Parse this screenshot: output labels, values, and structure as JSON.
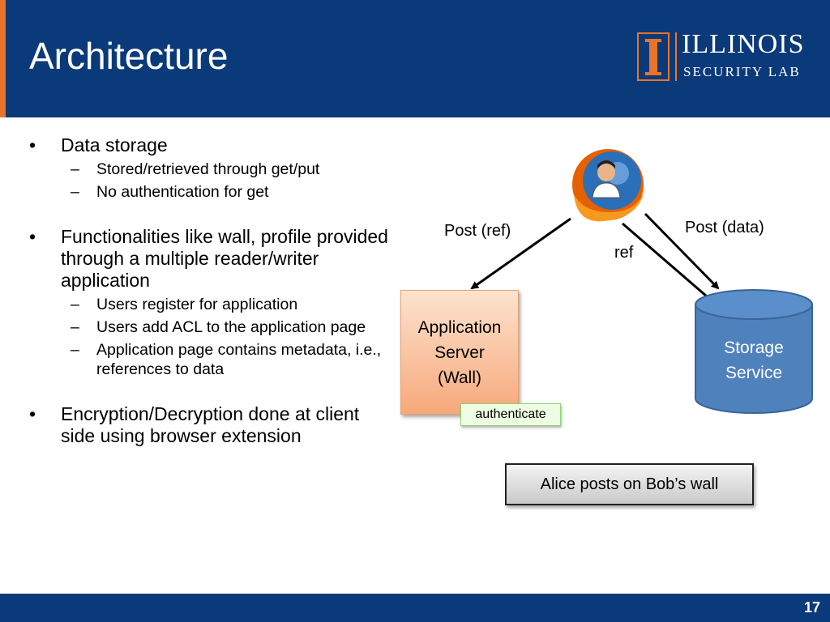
{
  "slide": {
    "title": "Architecture",
    "page_number": "17"
  },
  "logo": {
    "name": "ILLINOIS",
    "subtitle": "SECURITY LAB"
  },
  "bullets": [
    {
      "text": "Data storage",
      "subs": [
        "Stored/retrieved through get/put",
        "No authentication for get"
      ]
    },
    {
      "text": "Functionalities like wall, profile provided through a multiple reader/writer application",
      "subs": [
        "Users register for application",
        "Users add ACL to the application page",
        "Application page contains metadata, i.e., references to data"
      ]
    },
    {
      "text": "Encryption/Decryption done at client side using browser extension",
      "subs": []
    }
  ],
  "diagram": {
    "app_server": [
      "Application",
      "Server",
      "(Wall)"
    ],
    "authenticate": "authenticate",
    "storage": [
      "Storage",
      "Service"
    ],
    "post_ref": "Post (ref)",
    "post_data": "Post (data)",
    "ref": "ref",
    "caption": "Alice posts on Bob’s wall"
  },
  "colors": {
    "header": "#0b3a7a",
    "accent": "#e8742a",
    "storage_fill": "#4f81bd",
    "app_fill": "#f7a87a"
  }
}
